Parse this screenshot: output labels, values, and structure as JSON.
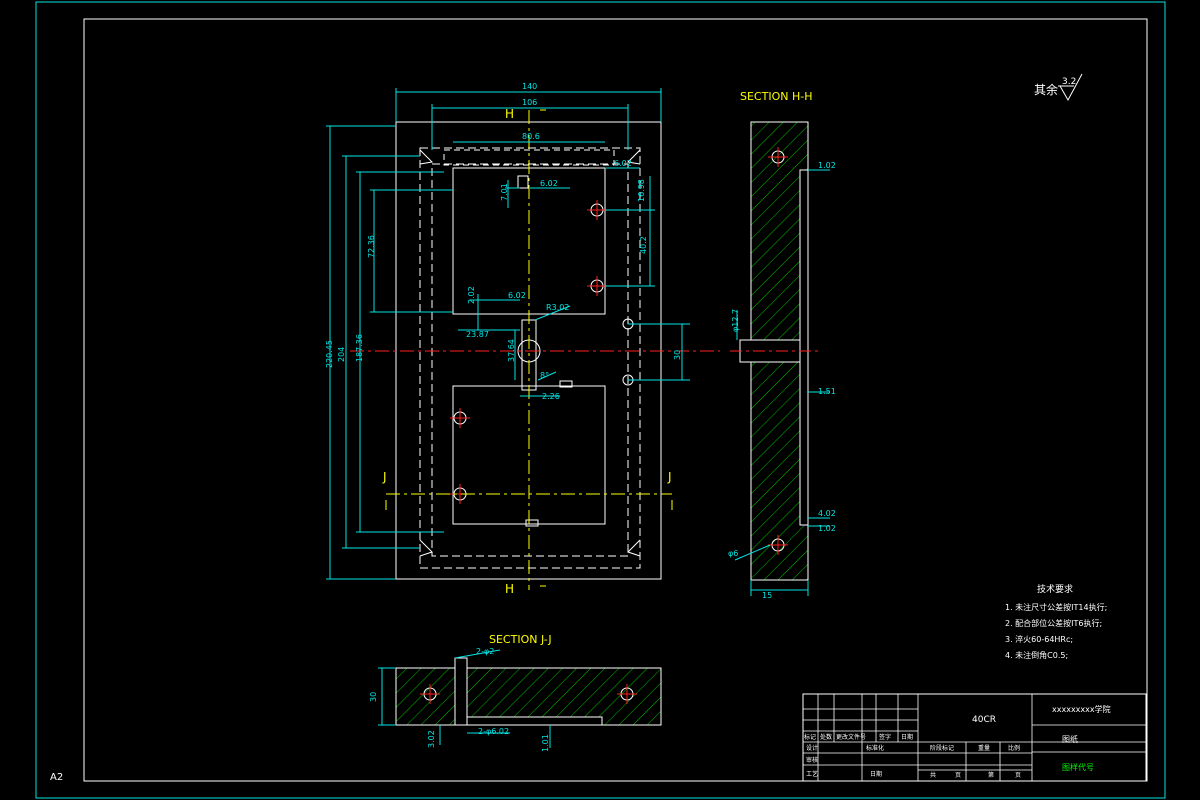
{
  "sheet": {
    "size_label": "A2"
  },
  "colors": {
    "background": "#000000",
    "frame": "#00e5e5",
    "outline": "#ffffff",
    "dimension": "#00e5e5",
    "text": "#ffff00",
    "centerline": "#ff2020",
    "hatch": "#00c000",
    "hidden": "#ffffff"
  },
  "roughness": {
    "prefix": "其余",
    "value": "3.2"
  },
  "front_view": {
    "labels": {
      "h_top": "H",
      "h_bottom": "H",
      "j_left": "J",
      "j_right": "J"
    },
    "dims": {
      "d140": "140",
      "d106": "106",
      "d80_6": "80.6",
      "d6_02a": "6.02",
      "d6_02b": "6.02",
      "d6_02c": "6.02",
      "d7_01": "7.01",
      "d16_98": "16.98",
      "d40_2": "40.2",
      "d72_36": "72.36",
      "d2_02": "2.02",
      "d23_87": "23.87",
      "dr3_02": "R3.02",
      "d37_64": "37.64",
      "d8": "8°",
      "d2_26": "2.26",
      "d30": "30",
      "d220_45": "220.45",
      "d204": "204",
      "d187_36": "187.36"
    }
  },
  "section_hh": {
    "title": "SECTION H-H",
    "dims": {
      "d1_02a": "1.02",
      "d1_02b": "1.02",
      "d1_51": "1.51",
      "d4_02": "4.02",
      "dphi": "φ12.7",
      "dphi6": "φ6",
      "d15": "15"
    }
  },
  "section_jj": {
    "title": "SECTION J-J",
    "dims": {
      "d2phi2": "2-φ2",
      "d2phi6_02": "2-φ6.02",
      "d30": "30",
      "d3_02": "3.02",
      "d1_01": "1.01"
    }
  },
  "tech_notes": {
    "title": "技术要求",
    "items": [
      "1. 未注尺寸公差按IT14执行;",
      "2. 配合部位公差按IT6执行;",
      "3. 淬火60-64HRc;",
      "4. 未注倒角C0.5;"
    ]
  },
  "title_block": {
    "material": "40CR",
    "school": "xxxxxxxxx学院",
    "drawing_name": "图纸",
    "drawing_code": "图样代号",
    "cells": {
      "mark": "标记",
      "count": "处数",
      "zone": "更改文件号",
      "sign": "签字",
      "date": "日期",
      "design": "设计",
      "std": "标准化",
      "stage_mark": "阶段标记",
      "weight": "重量",
      "scale": "比例",
      "review": "审核",
      "process": "工艺",
      "date2": "日期",
      "total": "共",
      "sheet": "页",
      "nth": "第",
      "page": "页"
    }
  }
}
